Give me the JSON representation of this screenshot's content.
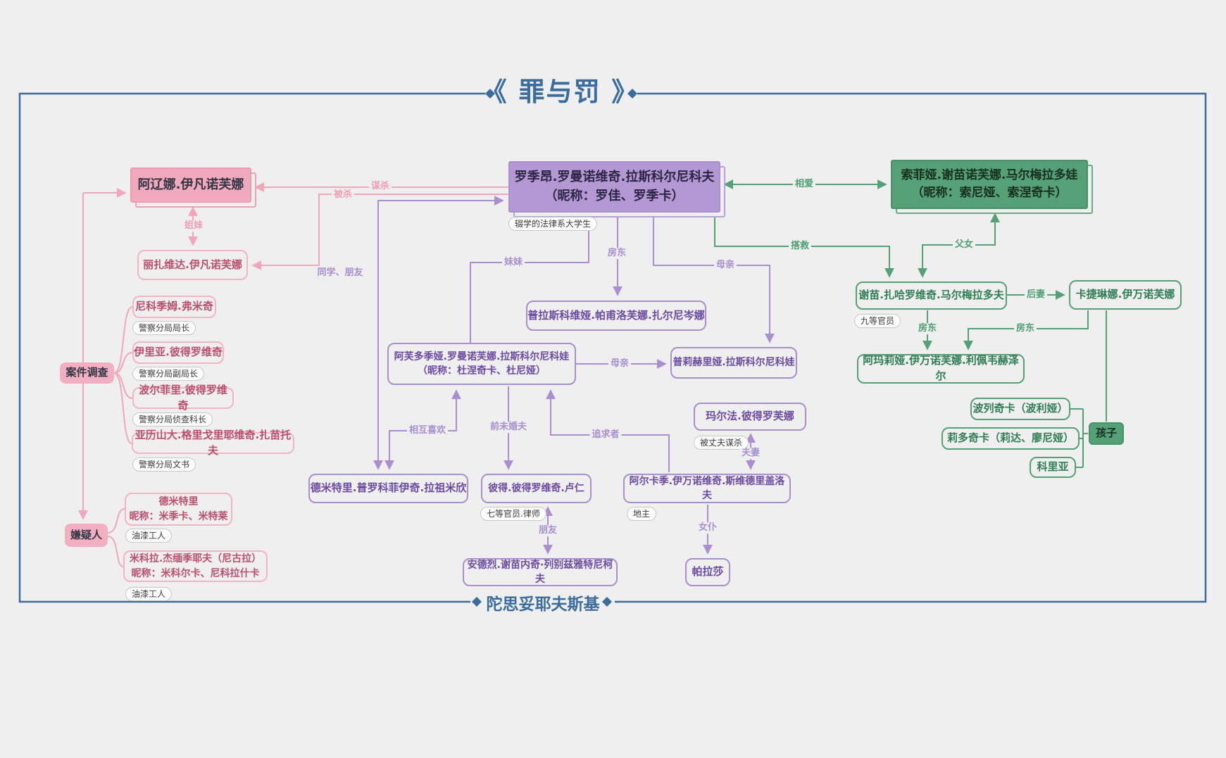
{
  "title": "《  罪与罚  》",
  "author": "陀思妥耶夫斯基",
  "colors": {
    "background": "#efefef",
    "frame_blue": "#3a6d9e",
    "pink": "#f2a6bb",
    "purple": "#a98fd0",
    "green": "#55a077"
  },
  "nodes": {
    "rodion": {
      "label": "罗季昂.罗曼诺维奇.拉斯科尔尼科夫\n（昵称：罗佳、罗季卡）",
      "badge": "辍学的法律系大学生"
    },
    "alyona": {
      "label": "阿辽娜.伊凡诺芙娜"
    },
    "lizaveta": {
      "label": "丽扎维达.伊凡诺芙娜"
    },
    "case": {
      "label": "案件调查"
    },
    "nikodim": {
      "label": "尼科季姆.弗米奇",
      "badge": "警察分局局长"
    },
    "ilya": {
      "label": "伊里亚.彼得罗维奇",
      "badge": "警察分局副局长"
    },
    "porfiry": {
      "label": "波尔菲里.彼得罗维奇",
      "badge": "警察分局侦查科长"
    },
    "zamyotov": {
      "label": "亚历山大.格里戈里耶维奇.扎苗托夫",
      "badge": "警察分局文书"
    },
    "suspects": {
      "label": "嫌疑人"
    },
    "dmitri": {
      "label": "德米特里\n昵称：米季卡、米特莱",
      "badge": "油漆工人"
    },
    "mikolka": {
      "label": "米科拉.杰缅季耶夫（尼古拉）\n昵称：米科尔卡、尼科拉什卡",
      "badge": "油漆工人"
    },
    "praskovya": {
      "label": "普拉斯科维娅.帕甫洛芙娜.扎尔尼岑娜"
    },
    "avdotya": {
      "label": "阿芙多季娅.罗曼诺芙娜.拉斯科尔尼科娃\n（昵称：杜涅奇卡、杜尼娅）"
    },
    "pulkheria": {
      "label": "普莉赫里娅.拉斯科尔尼科娃"
    },
    "marfa": {
      "label": "玛尔法.彼得罗芙娜",
      "badge": "被丈夫谋杀"
    },
    "razumikhin": {
      "label": "德米特里.普罗科菲伊奇.拉祖米欣"
    },
    "luzhin": {
      "label": "彼得.彼得罗维奇.卢仁",
      "badge": "七等官员.律师"
    },
    "svidrigailov": {
      "label": "阿尔卡季.伊万诺维奇.斯维德里盖洛夫",
      "badge": "地主"
    },
    "andrei": {
      "label": "安德烈.谢苗内奇·列别兹雅特尼柯夫"
    },
    "parasha": {
      "label": "帕拉莎"
    },
    "sofya": {
      "label": "索菲娅.谢苗诺芙娜.马尔梅拉多娃\n（昵称：索尼娅、索涅奇卡）"
    },
    "semyon": {
      "label": "谢苗.扎哈罗维奇.马尔梅拉多夫",
      "badge": "九等官员"
    },
    "katerina": {
      "label": "卡捷琳娜.伊万诺芙娜"
    },
    "amalia": {
      "label": "阿玛莉娅.伊万诺芙娜.利佩韦赫泽尔"
    },
    "polechka": {
      "label": "波列奇卡（波利娅）"
    },
    "lidochka": {
      "label": "莉多奇卡（莉达、廖尼娅）"
    },
    "kolya": {
      "label": "科里亚"
    },
    "children": {
      "label": "孩子"
    }
  },
  "edges": {
    "murder": "谋杀",
    "killed": "被杀",
    "sisters": "姐妹",
    "classmates": "同学、朋友",
    "landlord_rodion": "房东",
    "younger_sister": "妹妹",
    "mother_rodion": "母亲",
    "mother_avdotya": "母亲",
    "mutual_like": "相互喜欢",
    "ex_fiance": "前未婚夫",
    "suitor": "追求者",
    "couple": "夫妻",
    "friend": "朋友",
    "maid": "女仆",
    "love": "相爱",
    "rescue": "搭救",
    "father_daughter": "父女",
    "second_wife": "后妻",
    "landlord_semyon": "房东",
    "landlord_katerina": "房东"
  }
}
